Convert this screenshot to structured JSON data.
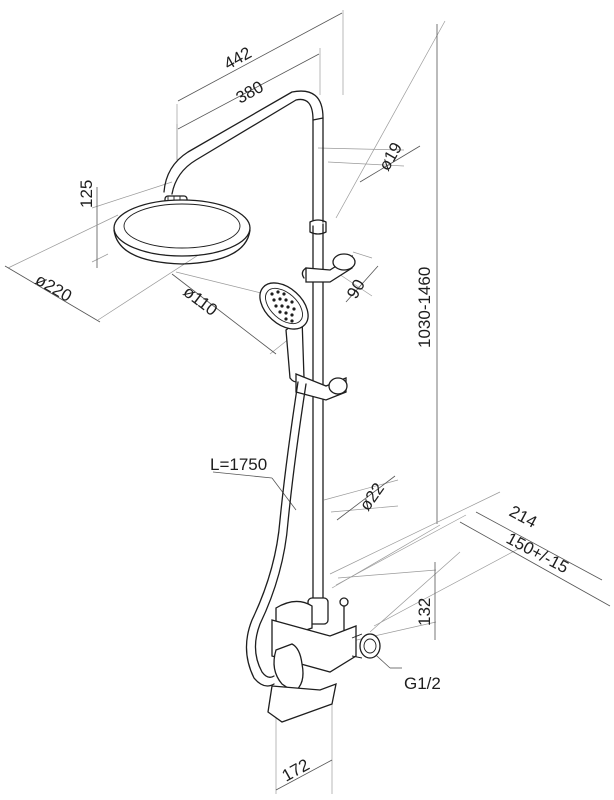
{
  "dimensions": {
    "d442": "442",
    "d380": "380",
    "d125": "125",
    "d220": "ø220",
    "d19": "ø19",
    "d110": "ø110",
    "d90": "90",
    "d1030": "1030-1460",
    "hose": "L=1750",
    "d22": "ø22",
    "d214": "214",
    "d150": "150+/-15",
    "d132": "132",
    "thread": "G1/2",
    "d172": "172"
  }
}
